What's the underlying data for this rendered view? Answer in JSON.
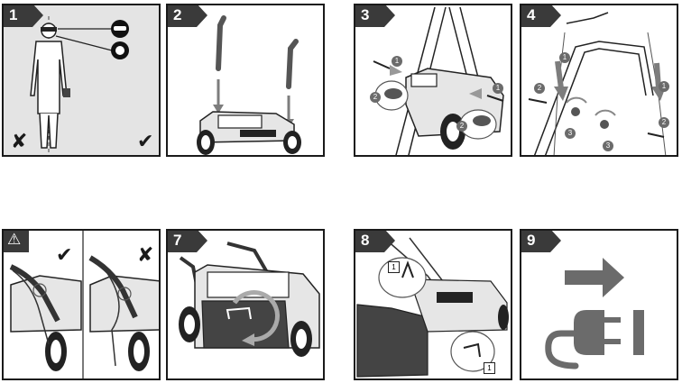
{
  "steps": [
    {
      "label": "1"
    },
    {
      "label": "2"
    },
    {
      "label": "3"
    },
    {
      "label": "4"
    },
    {
      "label": "⚠"
    },
    {
      "label": "7"
    },
    {
      "label": "8"
    },
    {
      "label": "9"
    }
  ],
  "marks": {
    "check": "✔",
    "cross": "✘"
  },
  "callouts": {
    "one": "1",
    "two": "2",
    "three": "3"
  },
  "colors": {
    "panel_border": "#1a1a1a",
    "badge": "#3a3a3a",
    "arrow_gray": "#7d7d7d",
    "fill_light": "#e6e6e6",
    "icon_gray": "#6b6b6b"
  }
}
